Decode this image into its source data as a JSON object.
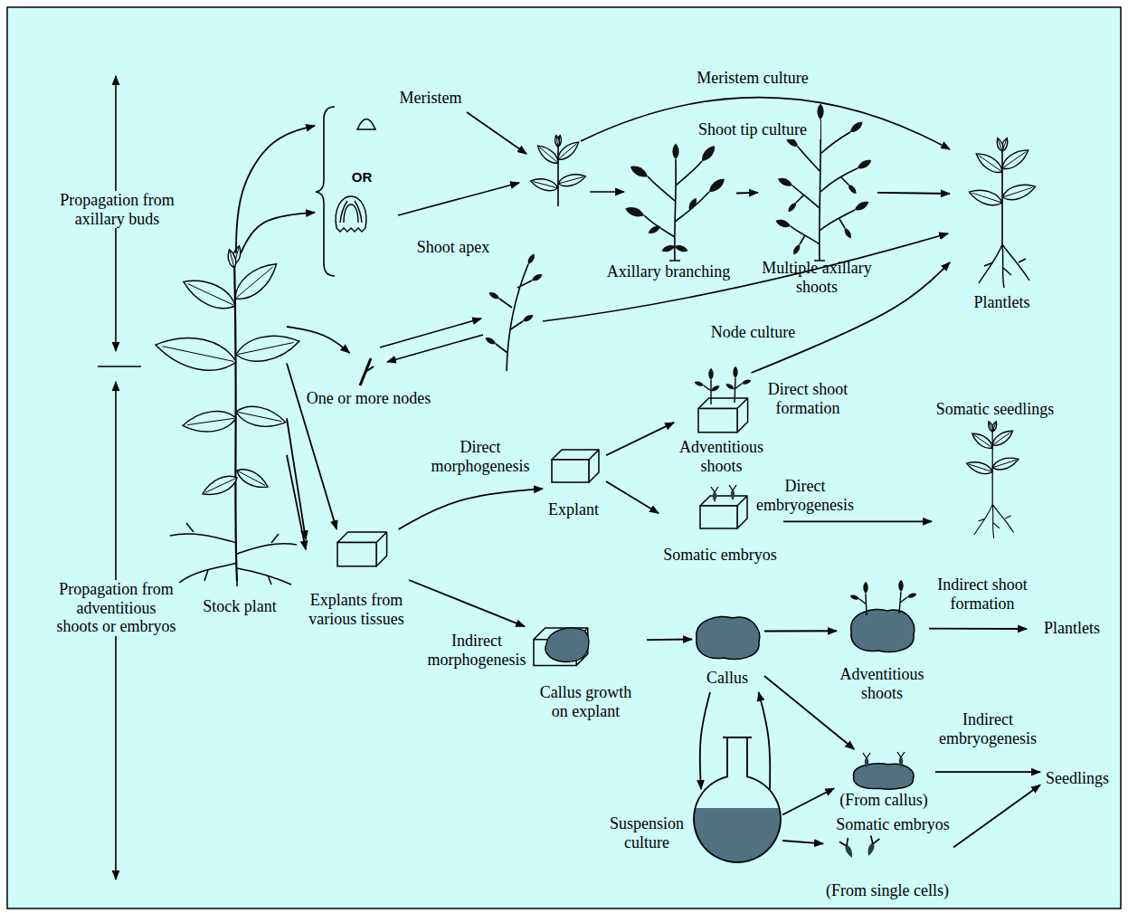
{
  "diagram": {
    "nodes": [
      {
        "text": [
          "Stock plant"
        ]
      },
      {
        "text": [
          "Meristem"
        ]
      },
      {
        "text": [
          "Shoot apex"
        ]
      },
      {
        "text": [
          "Axillary branching"
        ]
      },
      {
        "text": [
          "Multiple axillary shoots"
        ]
      },
      {
        "text": [
          "Plantlets"
        ]
      },
      {
        "text": [
          "One or more nodes"
        ]
      },
      {
        "text": [
          "Explants from various tissues"
        ]
      },
      {
        "text": [
          "Explant"
        ]
      },
      {
        "text": [
          "Adventitious shoots"
        ]
      },
      {
        "text": [
          "Somatic embryos"
        ]
      },
      {
        "text": [
          "Somatic seedlings"
        ]
      },
      {
        "text": [
          "Callus growth on explant"
        ]
      },
      {
        "text": [
          "Callus"
        ]
      },
      {
        "text": [
          "Adventitious shoots"
        ]
      },
      {
        "text": [
          "Plantlets"
        ]
      },
      {
        "text": [
          "(From callus)"
        ]
      },
      {
        "text": [
          "Suspension culture"
        ]
      },
      {
        "text": [
          "Seedlings"
        ]
      },
      {
        "text": [
          "(From single cells)"
        ]
      }
    ],
    "edges": [
      {
        "from": 0,
        "to": 1,
        "arrow": "to"
      },
      {
        "from": 0,
        "to": 2,
        "arrow": "to"
      },
      {
        "from": 0,
        "to": 6,
        "arrow": "to"
      },
      {
        "from": 3,
        "to": 4,
        "arrow": "to"
      },
      {
        "from": 4,
        "to": 5,
        "arrow": "to"
      },
      {
        "from": 0,
        "to": 7,
        "arrow": "to"
      },
      {
        "from": 0,
        "to": 7,
        "arrow": "to"
      },
      {
        "from": 0,
        "to": 7,
        "arrow": "to"
      },
      {
        "from": 7,
        "to": 8,
        "label": "Direct morphogenesis",
        "arrow": "to"
      },
      {
        "from": 7,
        "to": 12,
        "label": "Indirect morphogenesis",
        "arrow": "to"
      },
      {
        "from": 8,
        "to": 9,
        "arrow": "to"
      },
      {
        "from": 8,
        "to": 10,
        "arrow": "to"
      },
      {
        "from": 9,
        "to": 5,
        "label": "Direct shoot formation",
        "arrow": "to"
      },
      {
        "from": 10,
        "to": 11,
        "label": "Direct embryogenesis",
        "arrow": "to"
      },
      {
        "from": 12,
        "to": 13,
        "arrow": "to"
      },
      {
        "from": 13,
        "to": 14,
        "arrow": "to"
      },
      {
        "from": 14,
        "to": 15,
        "label": "Indirect shoot formation",
        "arrow": "to"
      },
      {
        "from": 13,
        "to": 16,
        "arrow": "to"
      },
      {
        "from": 13,
        "to": 17,
        "arrow": "to"
      },
      {
        "from": 17,
        "to": 13,
        "arrow": "to"
      },
      {
        "from": 17,
        "to": 16,
        "arrow": "to"
      },
      {
        "from": 17,
        "to": 19,
        "arrow": "to"
      },
      {
        "from": 16,
        "to": 18,
        "label": "Indirect embryogenesis",
        "arrow": "to"
      },
      {
        "from": 19,
        "to": 18,
        "arrow": "to"
      }
    ],
    "labels": [
      "Propagation from axillary buds",
      "Propagation from adventitious shoots or embryos",
      "OR",
      "Meristem culture",
      "Shoot tip culture",
      "Node culture",
      "Somatic embryos"
    ]
  }
}
